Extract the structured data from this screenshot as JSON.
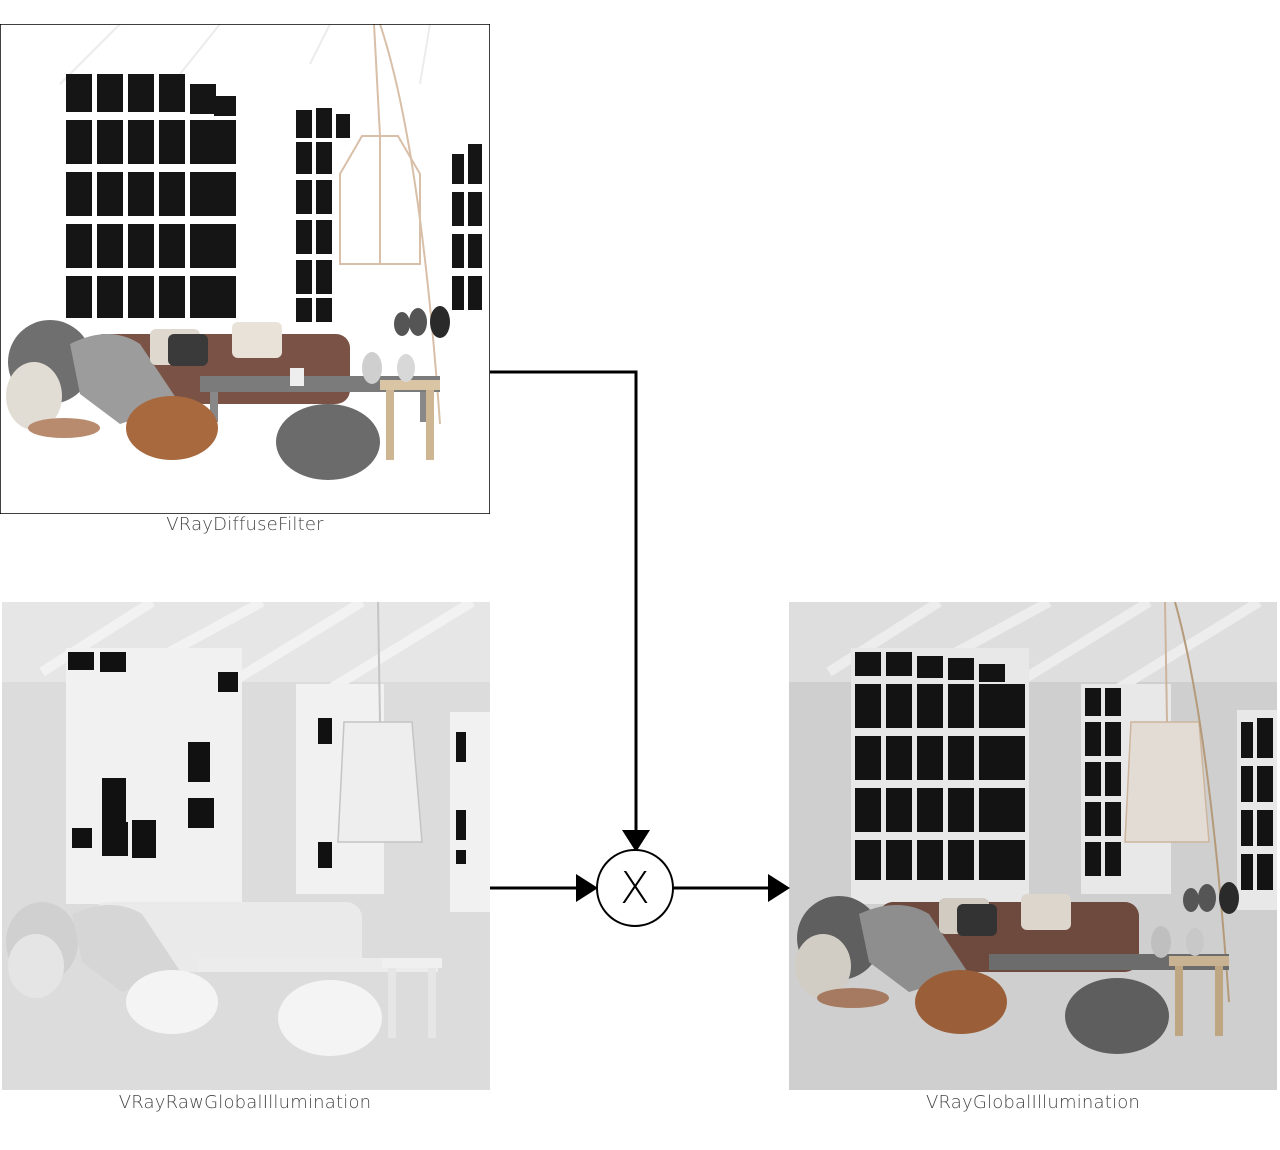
{
  "panels": {
    "diffuse": {
      "caption": "VRayDiffuseFilter"
    },
    "raw_gi": {
      "caption": "VRayRawGlobalIllumination"
    },
    "gi": {
      "caption": "VRayGlobalIllumination"
    }
  },
  "operator": {
    "symbol": "X"
  },
  "colors": {
    "wire": "#000000",
    "leather": "#7a5346",
    "pouf_orange": "#a8693e",
    "pouf_grey": "#6b6b6b",
    "wood": "#c9b291",
    "glass_dark": "#111111"
  }
}
